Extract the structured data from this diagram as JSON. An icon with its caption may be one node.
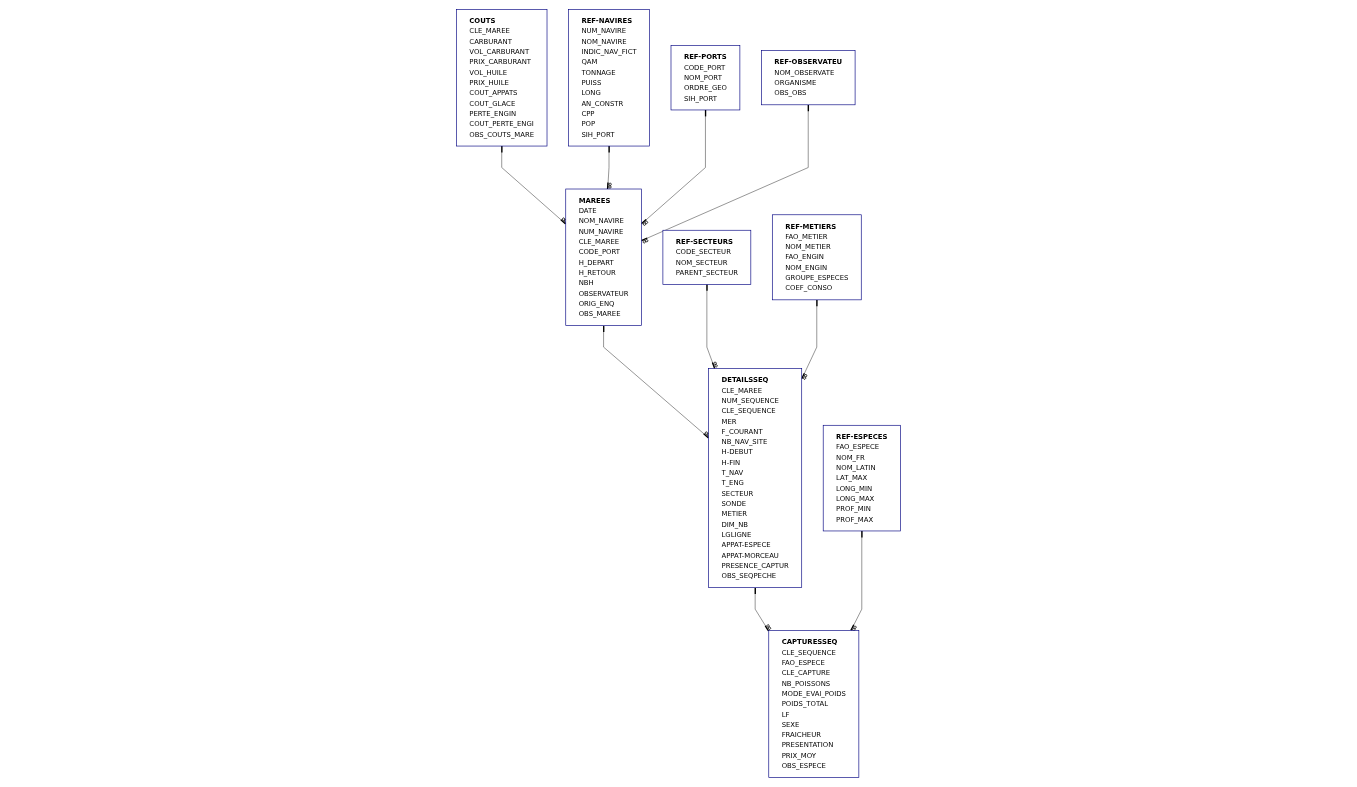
{
  "diagram": {
    "nodes": [
      {
        "text": [
          "COUTS",
          "CLE_MAREE",
          "CARBURANT",
          "VOL_CARBURANT",
          "PRIX_CARBURANT",
          "VOL_HUILE",
          "PRIX_HUILE",
          "COUT_APPATS",
          "COUT_GLACE",
          "PERTE_ENGIN",
          "COUT_PERTE_ENGI",
          "OBS_COUTS_MARE"
        ]
      },
      {
        "text": [
          "MAREES",
          "DATE",
          "NOM_NAVIRE",
          "NUM_NAVIRE",
          "CLE_MAREE",
          "CODE_PORT",
          "H_DEPART",
          "H_RETOUR",
          "NBH",
          "OBSERVATEUR",
          "ORIG_ENQ",
          "OBS_MAREE"
        ]
      },
      {
        "text": [
          "DETAILSSEQ",
          "CLE_MAREE",
          "NUM_SEQUENCE",
          "CLE_SEQUENCE",
          "MER",
          "F_COURANT",
          "NB_NAV_SITE",
          "H-DEBUT",
          "H-FIN",
          "T_NAV",
          "T_ENG",
          "SECTEUR",
          "SONDE",
          "METIER",
          "DIM_NB",
          "LGLIGNE",
          "APPAT-ESPECE",
          "APPAT-MORCEAU",
          "PRESENCE_CAPTUR",
          "OBS_SEQPECHE"
        ]
      },
      {
        "text": [
          "CAPTURESSEQ",
          "CLE_SEQUENCE",
          "FAO_ESPECE",
          "CLE_CAPTURE",
          "NB_POISSONS",
          "MODE_EVAl_POIDS",
          "POIDS_TOTAL",
          "LF",
          "SEXE",
          "FRAICHEUR",
          "PRESENTATION",
          "PRIX_MOY",
          "OBS_ESPECE"
        ]
      },
      {
        "text": [
          "REF-SECTEURS",
          "CODE_SECTEUR",
          "NOM_SECTEUR",
          "PARENT_SECTEUR"
        ]
      },
      {
        "text": [
          "REF-NAVIRES",
          "NUM_NAVIRE",
          "NOM_NAVIRE",
          "INDIC_NAV_FICT",
          "QAM",
          "TONNAGE",
          "PUISS",
          "LONG",
          "AN_CONSTR",
          "CPP",
          "POP",
          "SIH_PORT"
        ]
      },
      {
        "text": [
          "REF-ESPECES",
          "FAO_ESPECE",
          "NOM_FR",
          "NOM_LATIN",
          "LAT_MAX",
          "LONG_MIN",
          "LONG_MAX",
          "PROF_MIN",
          "PROF_MAX"
        ]
      },
      {
        "text": [
          "REF-METIERS",
          "FAO_METIER",
          "NOM_METIER",
          "FAO_ENGIN",
          "NOM_ENGIN",
          "GROUPE_ESPECES",
          "COEF_CONSO"
        ]
      },
      {
        "text": [
          "REF-OBSERVATEU",
          "NOM_OBSERVATE",
          "ORGANISME",
          "OBS_OBS"
        ]
      },
      {
        "text": [
          "REF-PORTS",
          "CODE_PORT",
          "NOM_PORT",
          "ORDRE_GEO",
          "SIH_PORT"
        ]
      }
    ],
    "edges": [
      {
        "from": 0,
        "to": 1,
        "arrow": "other"
      },
      {
        "from": 1,
        "to": 2,
        "arrow": "other"
      },
      {
        "from": 2,
        "to": 3,
        "arrow": "other"
      },
      {
        "from": 5,
        "to": 1,
        "arrow": "other"
      },
      {
        "from": 9,
        "to": 1,
        "arrow": "other"
      },
      {
        "from": 8,
        "to": 1,
        "arrow": "other"
      },
      {
        "from": 4,
        "to": 2,
        "arrow": "other"
      },
      {
        "from": 7,
        "to": 2,
        "arrow": "other"
      },
      {
        "from": 6,
        "to": 3,
        "arrow": "other"
      }
    ]
  }
}
